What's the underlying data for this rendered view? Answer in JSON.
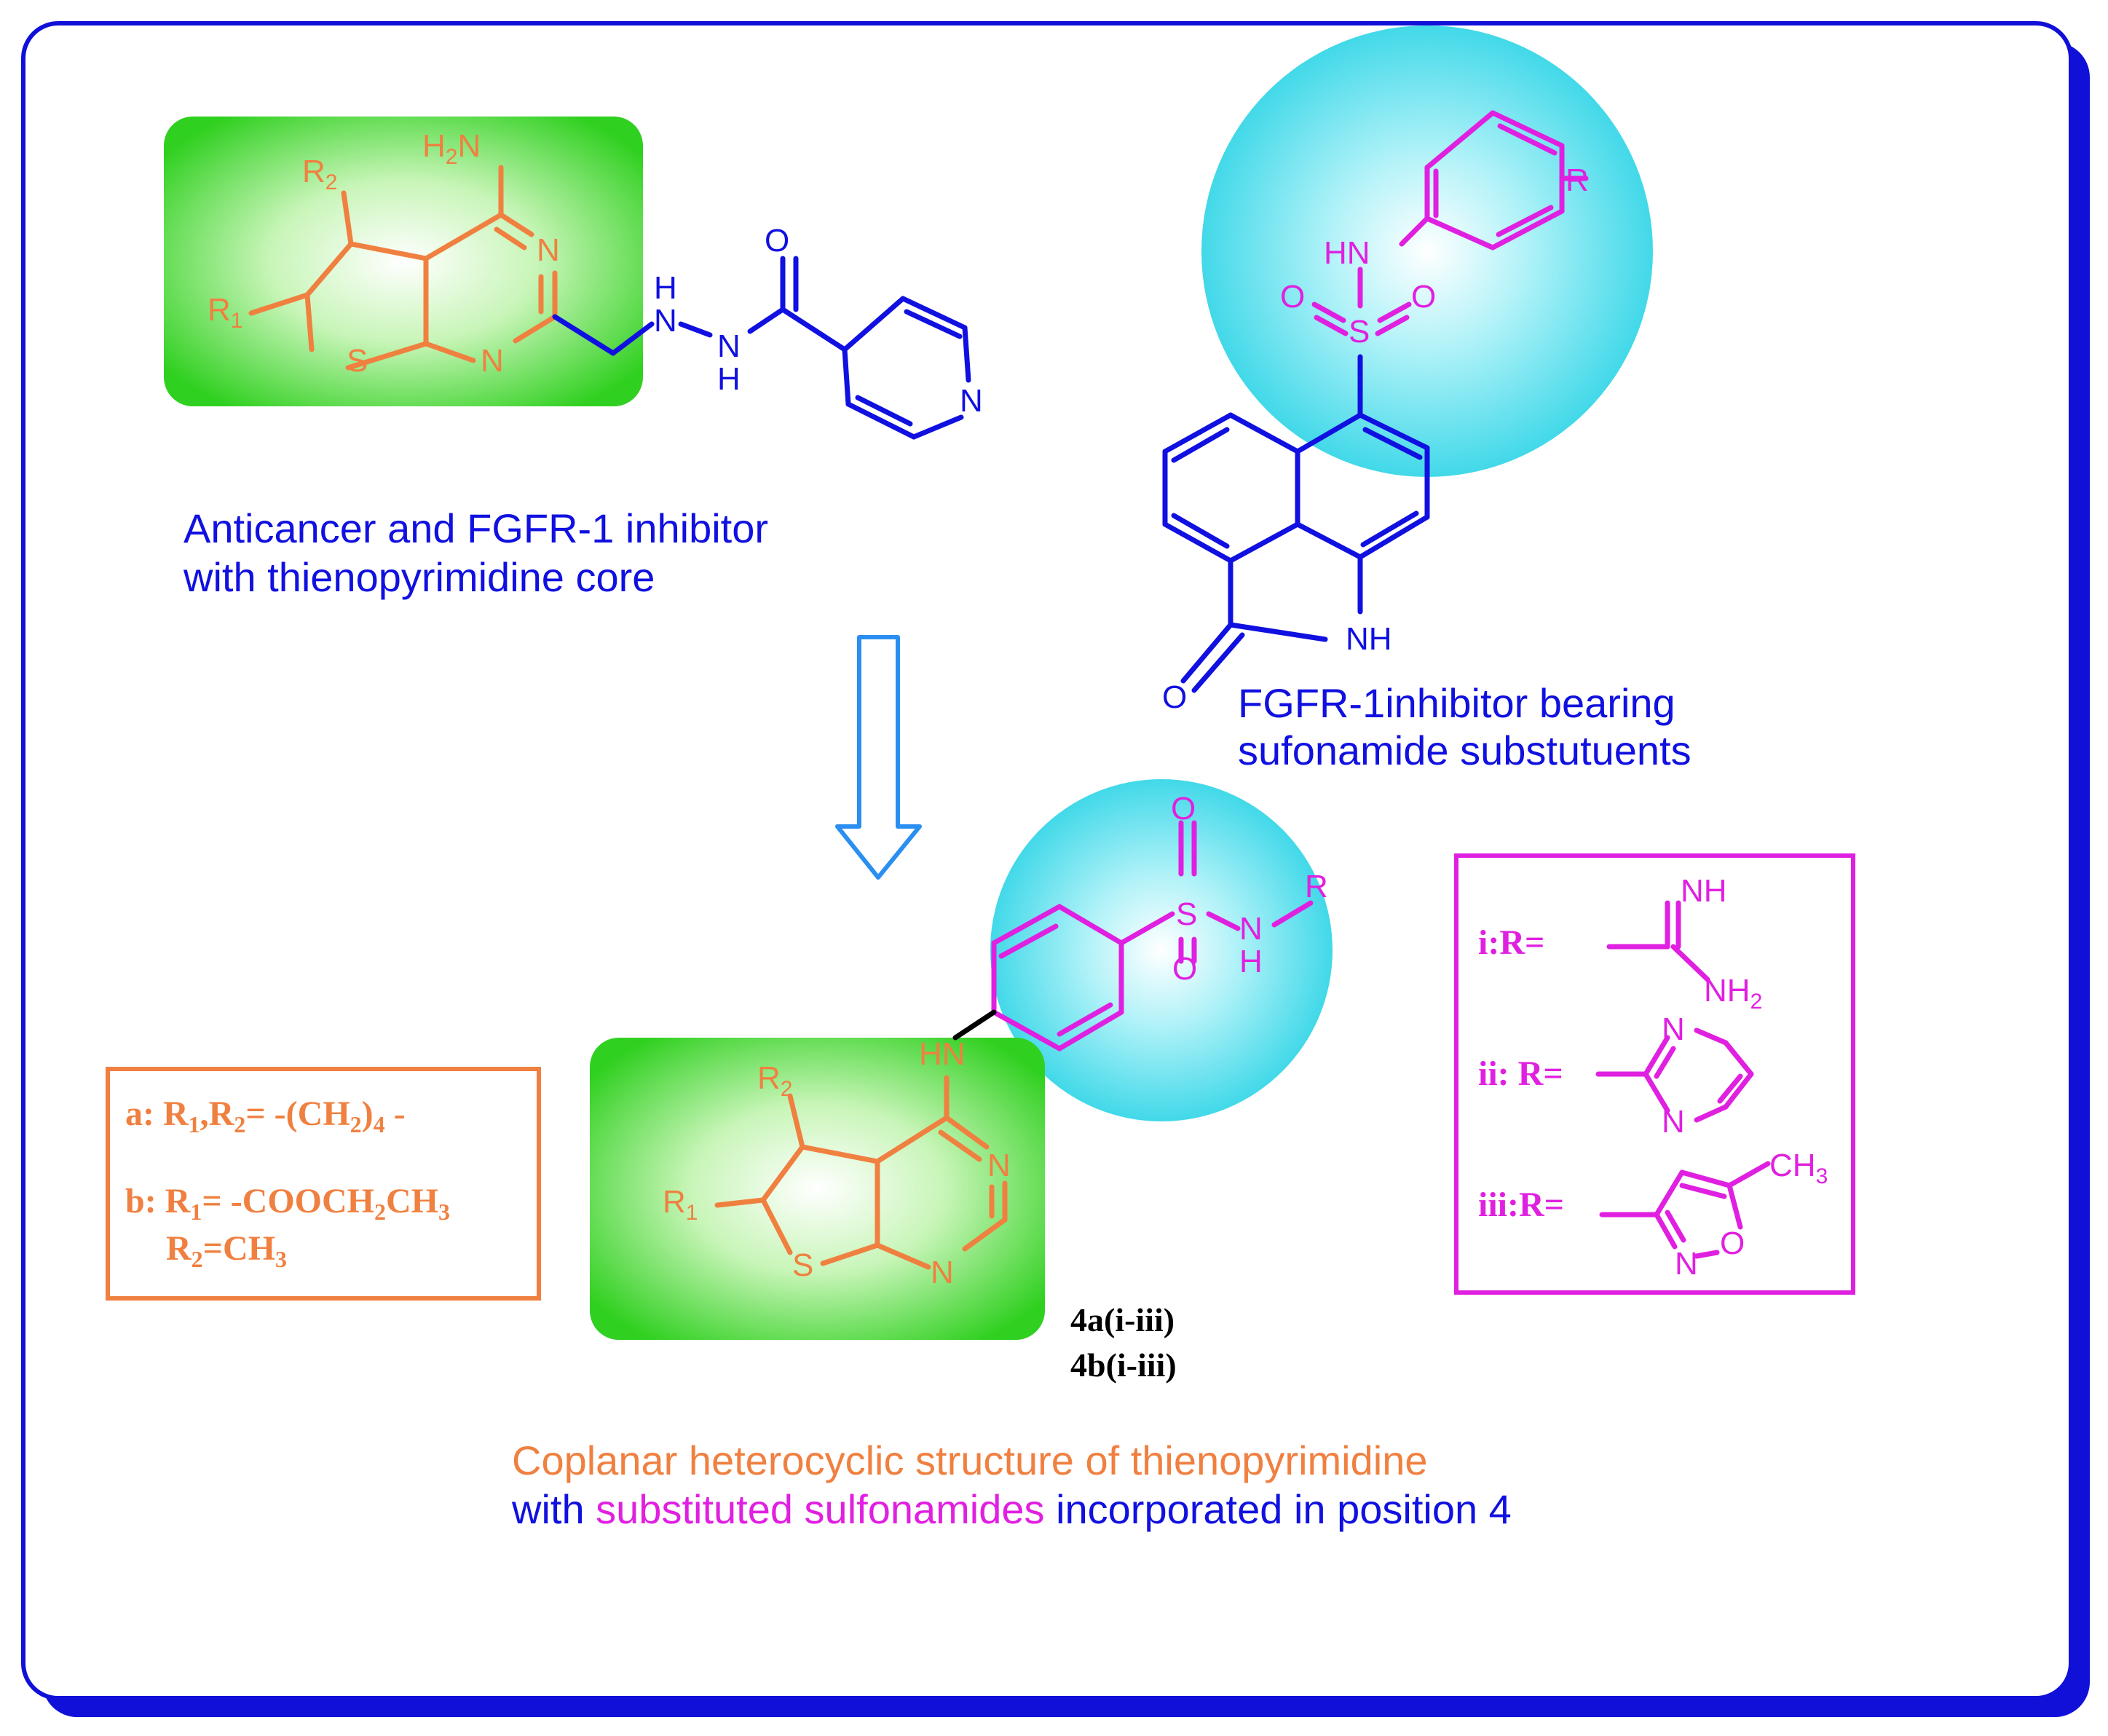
{
  "colors": {
    "blue": "#1010E0",
    "orange": "#F08040",
    "magenta": "#E020E0",
    "cyan": "#30D8E8",
    "green": "#30D020",
    "frame": "#1010D8",
    "black": "#000000"
  },
  "top_left_molecule": {
    "atoms": {
      "h2n": "H2N",
      "r2": "R2",
      "r1": "R1",
      "s": "S",
      "n_upper": "N",
      "n_lower": "N",
      "hydrazine_h": "H",
      "hydrazine_n1": "N",
      "hydrazine_n2": "N",
      "hydrazine_h2": "H",
      "carbonyl_o": "O",
      "pyridine_n": "N"
    },
    "caption_line1": "Anticancer and FGFR-1 inhibitor",
    "caption_line2": "with thienopyrimidine core"
  },
  "top_right_molecule": {
    "atoms": {
      "r": "R",
      "hn": "HN",
      "o_left": "O",
      "s": "S",
      "o_right": "O",
      "nh": "NH",
      "carbonyl_o": "O"
    },
    "caption_line1": "FGFR-1inhibitor bearing",
    "caption_line2": "sufonamide substutuents"
  },
  "bottom_molecule": {
    "atoms": {
      "o_top": "O",
      "s": "S",
      "o_bottom": "O",
      "n": "N",
      "h": "H",
      "r": "R",
      "hn": "HN",
      "r2": "R2",
      "r1": "R1",
      "ring_s": "S",
      "n_upper": "N",
      "n_lower": "N"
    },
    "compound_label_1": "4a(i-iii)",
    "compound_label_2": "4b(i-iii)"
  },
  "substituent_box": {
    "a_label": "a: R1,R2= -(CH2)4 -",
    "b_label": "b: R1= -COOCH2CH3",
    "b_label2": "R2=CH3"
  },
  "r_group_box": {
    "i_label": "i:R=",
    "i_nh": "NH",
    "i_nh2": "NH2",
    "ii_label": "ii: R=",
    "ii_n_top": "N",
    "ii_n_bottom": "N",
    "iii_label": "iii:R=",
    "iii_ch3": "CH3",
    "iii_n": "N",
    "iii_o": "O"
  },
  "bottom_caption": {
    "line1": "Coplanar heterocyclic structure of thienopyrimidine",
    "line2_part1": "with ",
    "line2_part2": "substituted sulfonamides",
    "line2_part3": " incorporated in position 4"
  }
}
